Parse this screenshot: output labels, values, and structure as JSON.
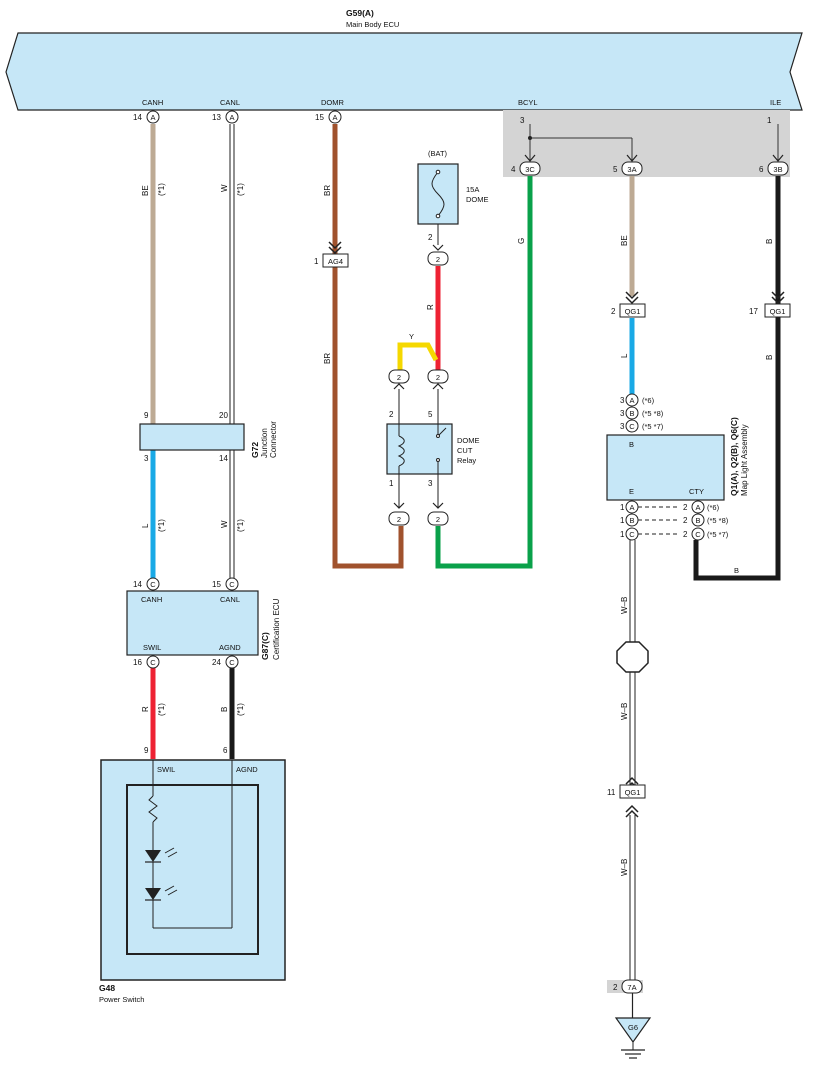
{
  "main_ecu": {
    "code": "G59(A)",
    "name": "Main Body ECU"
  },
  "ecu_terminals": {
    "canh": "CANH",
    "canl": "CANL",
    "domr": "DOMR",
    "bcyl": "BCYL",
    "ile": "ILE"
  },
  "ecu_pins": {
    "canh": "14",
    "canl": "13",
    "domr": "15",
    "bcyl_in": "3",
    "ile_in": "1",
    "c3c": "4",
    "c3a": "5",
    "c3b": "6"
  },
  "conn_letters": {
    "a": "A",
    "b": "B",
    "c": "C"
  },
  "conn_codes": {
    "c3c": "3C",
    "c3a": "3A",
    "c3b": "3B",
    "ag4": "AG4",
    "qg1": "QG1",
    "c7a": "7A",
    "g6": "G6",
    "two": "2"
  },
  "wire_colors": {
    "be": "BE",
    "w": "W",
    "br": "BR",
    "r": "R",
    "y": "Y",
    "g": "G",
    "l": "L",
    "b": "B",
    "wb": "W–B"
  },
  "note_1": "(*1)",
  "fuse": {
    "source": "(BAT)",
    "rating": "15A",
    "name": "DOME",
    "pin": "2"
  },
  "relay": {
    "l1": "DOME",
    "l2": "CUT",
    "l3": "Relay",
    "p2": "2",
    "p5": "5",
    "p1": "1",
    "p3": "3"
  },
  "ag4_pin": "1",
  "g72": {
    "code": "G72",
    "l1": "Junction",
    "l2": "Connector",
    "p9": "9",
    "p20": "20",
    "p3": "3",
    "p14": "14"
  },
  "g87": {
    "code": "G87(C)",
    "name": "Certification ECU",
    "canh": "CANH",
    "canl": "CANL",
    "swil": "SWIL",
    "agnd": "AGND",
    "p14": "14",
    "p15": "15",
    "p16": "16",
    "p24": "24"
  },
  "g48": {
    "code": "G48",
    "name": "Power Switch",
    "swil": "SWIL",
    "agnd": "AGND",
    "p9": "9",
    "p6": "6"
  },
  "qg1_pins": {
    "left": "2",
    "right": "17",
    "lower": "11"
  },
  "map_light": {
    "code": "Q1(A), Q2(B), Q6(C)",
    "name": "Map Light Assembly",
    "b": "B",
    "e": "E",
    "cty": "CTY",
    "top_pins": [
      "3",
      "3",
      "3"
    ],
    "top_notes": [
      "(*6)",
      "(*5 *8)",
      "(*5 *7)"
    ],
    "bot_left_pins": [
      "1",
      "1",
      "1"
    ],
    "bot_right_pins": [
      "2",
      "2",
      "2"
    ],
    "bot_notes": [
      "(*6)",
      "(*5 *8)",
      "(*5 *7)"
    ]
  },
  "ground": {
    "pin": "2"
  },
  "colors": {
    "panel": "#c6e7f7",
    "grey": "#d4d4d4",
    "beige": "#bdaa94",
    "brown": "#a0522d",
    "red": "#ee2233",
    "yellow": "#f5d800",
    "green": "#0aa14a",
    "blue": "#19a9e6",
    "black": "#1a1a1a"
  }
}
